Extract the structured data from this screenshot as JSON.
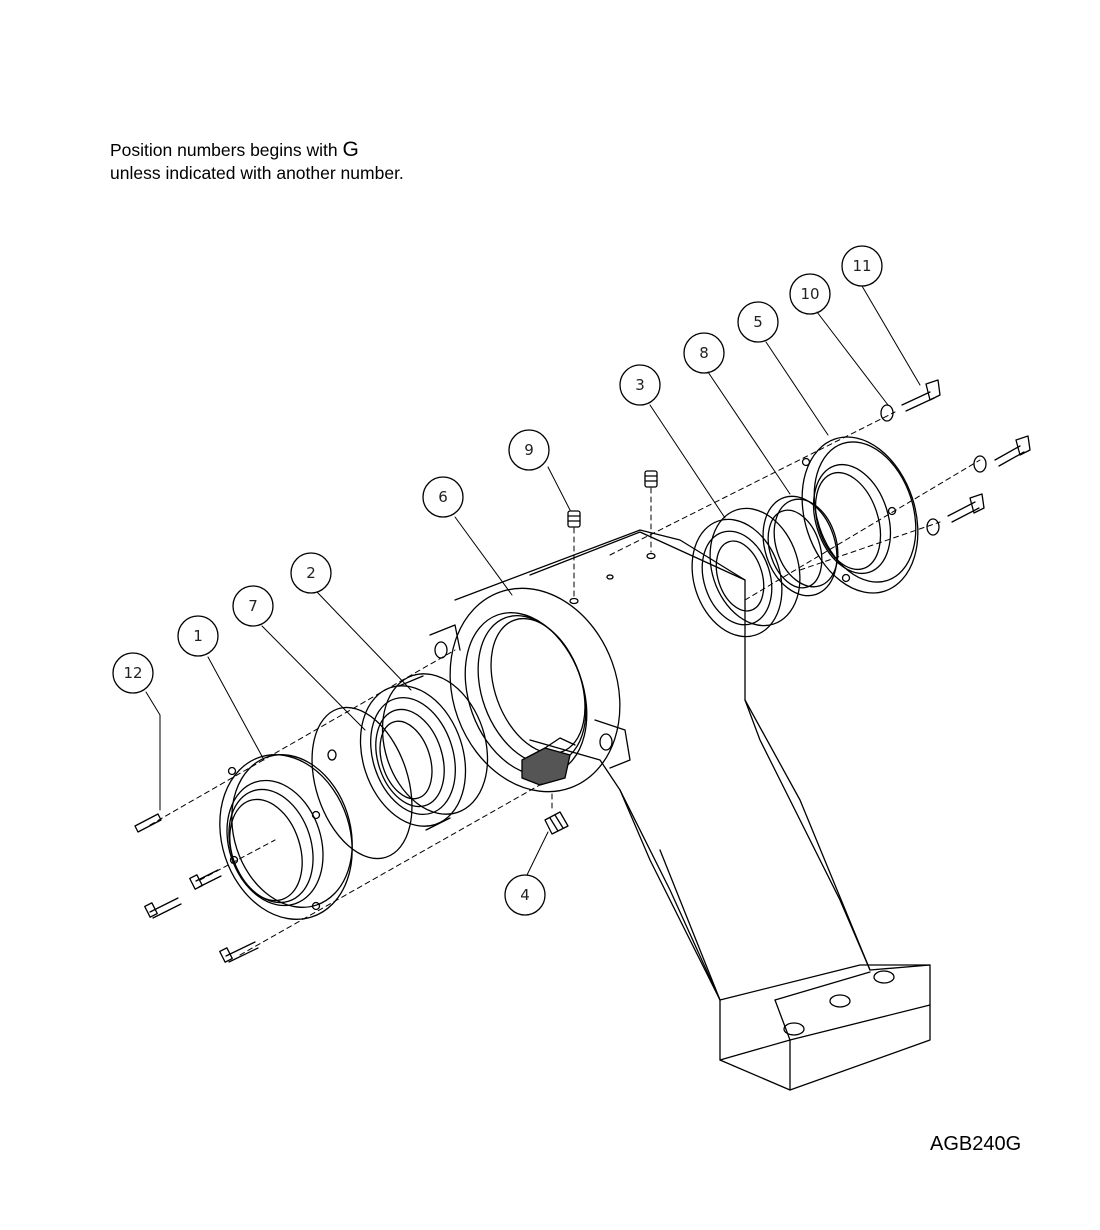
{
  "note": {
    "line1_prefix": "Position numbers begins with",
    "line1_letter": "G",
    "line2": "unless indicated with another number."
  },
  "drawing_id": "AGB240G",
  "balloons": [
    "11",
    "10",
    "5",
    "8",
    "3",
    "9",
    "6",
    "2",
    "7",
    "1",
    "12",
    "4"
  ]
}
